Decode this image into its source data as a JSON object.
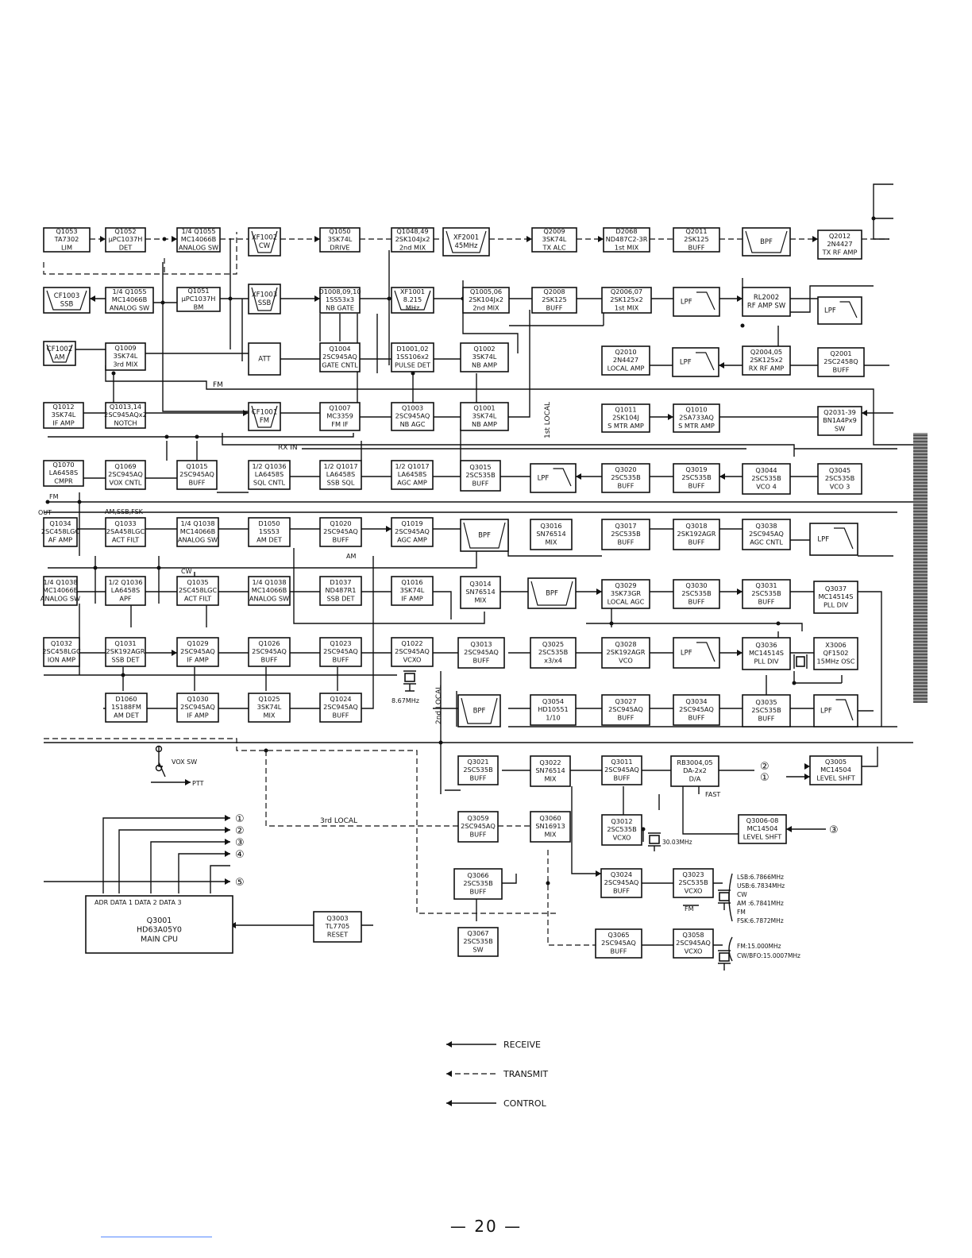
{
  "page_number": "— 20 —",
  "legend": {
    "receive": "RECEIVE",
    "transmit": "TRANSMIT",
    "control": "CONTROL"
  },
  "blocks": [
    {
      "lines": [
        "Q1053",
        "TA7302",
        "LIM"
      ]
    },
    {
      "lines": [
        "Q1052",
        "μPC1037H",
        "DET"
      ]
    },
    {
      "lines": [
        "1/4 Q1055",
        "MC14066B",
        "ANALOG SW"
      ]
    },
    {
      "lines": [
        "XF1002",
        "CW"
      ]
    },
    {
      "lines": [
        "Q1050",
        "3SK74L",
        "DRIVE"
      ]
    },
    {
      "lines": [
        "Q1048,49",
        "2SK104Jx2",
        "2nd MIX"
      ]
    },
    {
      "lines": [
        "XF2001",
        "45MHz"
      ]
    },
    {
      "lines": [
        "Q2009",
        "3SK74L",
        "TX ALC"
      ]
    },
    {
      "lines": [
        "D2068",
        "ND487C2-3R",
        "1st MIX"
      ]
    },
    {
      "lines": [
        "Q2011",
        "2SK125",
        "BUFF"
      ]
    },
    {
      "lines": [
        "BPF"
      ]
    },
    {
      "lines": [
        "Q2012",
        "2N4427",
        "TX RF AMP"
      ]
    },
    {
      "lines": [
        "CF1003",
        "SSB"
      ]
    },
    {
      "lines": [
        "1/4 Q1055",
        "MC14066B",
        "ANALOG SW"
      ]
    },
    {
      "lines": [
        "Q1051",
        "μPC1037H",
        "BM"
      ]
    },
    {
      "lines": [
        "XF1003",
        "SSB"
      ]
    },
    {
      "lines": [
        "D1008,09,10",
        "1SS53x3",
        "NB GATE"
      ]
    },
    {
      "lines": [
        "XF1001",
        "8.215",
        "MHz"
      ]
    },
    {
      "lines": [
        "Q1005,06",
        "2SK104Jx2",
        "2nd MIX"
      ]
    },
    {
      "lines": [
        "Q2008",
        "2SK125",
        "BUFF"
      ]
    },
    {
      "lines": [
        "Q2006,07",
        "2SK125x2",
        "1st MIX"
      ]
    },
    {
      "lines": [
        "LPF"
      ]
    },
    {
      "lines": [
        "RL2002",
        "RF AMP SW"
      ]
    },
    {
      "lines": [
        "LPF"
      ]
    },
    {
      "lines": [
        "CF1002",
        "AM"
      ]
    },
    {
      "lines": [
        "Q1009",
        "3SK74L",
        "3rd MIX"
      ]
    },
    {
      "lines": [
        "ATT"
      ]
    },
    {
      "lines": [
        "Q1004",
        "2SC945AQ",
        "GATE CNTL"
      ]
    },
    {
      "lines": [
        "D1001,02",
        "1SS106x2",
        "PULSE DET"
      ]
    },
    {
      "lines": [
        "Q1002",
        "3SK74L",
        "NB AMP"
      ]
    },
    {
      "lines": [
        "Q2010",
        "2N4427",
        "LOCAL AMP"
      ]
    },
    {
      "lines": [
        "LPF"
      ]
    },
    {
      "lines": [
        "Q2004,05",
        "2SK125x2",
        "RX RF AMP"
      ]
    },
    {
      "lines": [
        "Q2001",
        "2SC2458Q",
        "BUFF"
      ]
    },
    {
      "lines": [
        "Q1012",
        "3SK74L",
        "IF AMP"
      ]
    },
    {
      "lines": [
        "Q1013,14",
        "2SC945AQx2",
        "NOTCH"
      ]
    },
    {
      "lines": [
        "CF1001",
        "FM"
      ]
    },
    {
      "lines": [
        "Q1007",
        "MC3359",
        "FM IF"
      ]
    },
    {
      "lines": [
        "Q1003",
        "2SC945AQ",
        "NB AGC"
      ]
    },
    {
      "lines": [
        "Q1001",
        "3SK74L",
        "NB AMP"
      ]
    },
    {
      "lines": [
        "Q1011",
        "2SK104J",
        "S MTR AMP"
      ]
    },
    {
      "lines": [
        "Q1010",
        "2SA733AQ",
        "S MTR AMP"
      ]
    },
    {
      "lines": [
        "Q2031-39",
        "BN1A4Px9",
        "SW"
      ]
    },
    {
      "lines": [
        "Q1070",
        "LA6458S",
        "CMPR"
      ]
    },
    {
      "lines": [
        "Q1069",
        "2SC945AQ",
        "VOX CNTL"
      ]
    },
    {
      "lines": [
        "Q1015",
        "2SC945AQ",
        "BUFF"
      ]
    },
    {
      "lines": [
        "1/2 Q1036",
        "LA6458S",
        "SQL CNTL"
      ]
    },
    {
      "lines": [
        "1/2 Q1017",
        "LA6458S",
        "SSB SQL"
      ]
    },
    {
      "lines": [
        "1/2 Q1017",
        "LA6458S",
        "AGC AMP"
      ]
    },
    {
      "lines": [
        "Q3015",
        "2SC535B",
        "BUFF"
      ]
    },
    {
      "lines": [
        "LPF"
      ]
    },
    {
      "lines": [
        "Q3020",
        "2SC535B",
        "BUFF"
      ]
    },
    {
      "lines": [
        "Q3019",
        "2SC535B",
        "BUFF"
      ]
    },
    {
      "lines": [
        "Q3044",
        "2SC535B",
        "VCO 4"
      ]
    },
    {
      "lines": [
        "Q3045",
        "2SC535B",
        "VCO 3"
      ]
    },
    {
      "lines": [
        "Q1034",
        "2SC458LGC",
        "AF AMP"
      ]
    },
    {
      "lines": [
        "Q1033",
        "2SA458LGC",
        "ACT FILT"
      ]
    },
    {
      "lines": [
        "1/4 Q1038",
        "MC14066B",
        "ANALOG SW"
      ]
    },
    {
      "lines": [
        "D1050",
        "1SS53",
        "AM DET"
      ]
    },
    {
      "lines": [
        "Q1020",
        "2SC945AQ",
        "BUFF"
      ]
    },
    {
      "lines": [
        "Q1019",
        "2SC945AQ",
        "AGC AMP"
      ]
    },
    {
      "lines": [
        "BPF"
      ]
    },
    {
      "lines": [
        "Q3016",
        "SN76514",
        "MIX"
      ]
    },
    {
      "lines": [
        "Q3017",
        "2SC535B",
        "BUFF"
      ]
    },
    {
      "lines": [
        "Q3018",
        "2SK192AGR",
        "BUFF"
      ]
    },
    {
      "lines": [
        "Q3038",
        "2SC945AQ",
        "AGC CNTL"
      ]
    },
    {
      "lines": [
        "LPF"
      ]
    },
    {
      "lines": [
        "1/4 Q1038",
        "MC14066B",
        "ANALOG SW"
      ]
    },
    {
      "lines": [
        "1/2 Q1036",
        "LA6458S",
        "APF"
      ]
    },
    {
      "lines": [
        "Q1035",
        "2SC458LGC",
        "ACT FILT"
      ]
    },
    {
      "lines": [
        "1/4 Q1038",
        "MC14066B",
        "ANALOG SW"
      ]
    },
    {
      "lines": [
        "D1037",
        "ND487R1",
        "SSB DET"
      ]
    },
    {
      "lines": [
        "Q1016",
        "3SK74L",
        "IF AMP"
      ]
    },
    {
      "lines": [
        "Q3014",
        "SN76514",
        "MIX"
      ]
    },
    {
      "lines": [
        "BPF"
      ]
    },
    {
      "lines": [
        "Q3029",
        "3SK73GR",
        "LOCAL AGC"
      ]
    },
    {
      "lines": [
        "Q3030",
        "2SC535B",
        "BUFF"
      ]
    },
    {
      "lines": [
        "Q3031",
        "2SC535B",
        "BUFF"
      ]
    },
    {
      "lines": [
        "Q3037",
        "MC14514S",
        "PLL DIV"
      ]
    },
    {
      "lines": [
        "Q1032",
        "2SC458LGC",
        "ION AMP"
      ]
    },
    {
      "lines": [
        "Q1031",
        "2SK192AGR",
        "SSB DET"
      ]
    },
    {
      "lines": [
        "Q1029",
        "2SC945AQ",
        "IF AMP"
      ]
    },
    {
      "lines": [
        "Q1026",
        "2SC945AQ",
        "BUFF"
      ]
    },
    {
      "lines": [
        "Q1023",
        "2SC945AQ",
        "BUFF"
      ]
    },
    {
      "lines": [
        "Q1022",
        "2SC945AQ",
        "VCXO"
      ]
    },
    {
      "lines": [
        "Q3013",
        "2SC945AQ",
        "BUFF"
      ]
    },
    {
      "lines": [
        "Q3025",
        "2SC535B",
        "x3/x4"
      ]
    },
    {
      "lines": [
        "Q3028",
        "2SK192AGR",
        "VCO"
      ]
    },
    {
      "lines": [
        "LPF"
      ]
    },
    {
      "lines": [
        "Q3036",
        "MC14514S",
        "PLL DIV"
      ]
    },
    {
      "lines": [
        "X3006",
        "QF1502",
        "15MHz OSC"
      ]
    },
    {
      "lines": [
        "D1060",
        "1S188FM",
        "AM DET"
      ]
    },
    {
      "lines": [
        "Q1030",
        "2SC945AQ",
        "IF AMP"
      ]
    },
    {
      "lines": [
        "Q1025",
        "3SK74L",
        "MIX"
      ]
    },
    {
      "lines": [
        "Q1024",
        "2SC945AQ",
        "BUFF"
      ]
    },
    {
      "lines": [
        "BPF"
      ]
    },
    {
      "lines": [
        "Q3054",
        "HD10551",
        "1/10"
      ]
    },
    {
      "lines": [
        "Q3027",
        "2SC945AQ",
        "BUFF"
      ]
    },
    {
      "lines": [
        "Q3034",
        "2SC945AQ",
        "BUFF"
      ]
    },
    {
      "lines": [
        "Q3035",
        "2SC535B",
        "BUFF"
      ]
    },
    {
      "lines": [
        "LPF"
      ]
    },
    {
      "lines": [
        "Q3021",
        "2SC535B",
        "BUFF"
      ]
    },
    {
      "lines": [
        "Q3022",
        "SN76514",
        "MIX"
      ]
    },
    {
      "lines": [
        "Q3011",
        "2SC945AQ",
        "BUFF"
      ]
    },
    {
      "lines": [
        "RB3004,05",
        "DA-2x2",
        "D/A"
      ]
    },
    {
      "lines": [
        "Q3005",
        "MC14504",
        "LEVEL SHFT"
      ]
    },
    {
      "lines": [
        "Q3059",
        "2SC945AQ",
        "BUFF"
      ]
    },
    {
      "lines": [
        "Q3060",
        "SN16913",
        "MIX"
      ]
    },
    {
      "lines": [
        "Q3012",
        "2SC535B",
        "VCXO"
      ]
    },
    {
      "lines": [
        "Q3006-08",
        "MC14504",
        "LEVEL SHFT"
      ]
    },
    {
      "lines": [
        "Q3066",
        "2SC535B",
        "BUFF"
      ]
    },
    {
      "lines": [
        "Q3024",
        "2SC945AQ",
        "BUFF"
      ]
    },
    {
      "lines": [
        "Q3023",
        "2SC535B",
        "VCXO"
      ]
    },
    {
      "lines": [
        "Q3067",
        "2SC535B",
        "SW"
      ]
    },
    {
      "lines": [
        "Q3065",
        "2SC945AQ",
        "BUFF"
      ]
    },
    {
      "lines": [
        "Q3058",
        "2SC945AQ",
        "VCXO"
      ]
    },
    {
      "lines": [
        "Q3003",
        "TL7705",
        "RESET"
      ]
    },
    {
      "lines": [
        "Q3001",
        "HD63A05Y0",
        "MAIN CPU"
      ]
    }
  ],
  "labels": {
    "fm": "FM",
    "rx_in": "RX IN",
    "am_ssb_fsk": "AM,SSB,FSK",
    "am": "AM",
    "cw": "CW",
    "fm2": "FM",
    "out": "OUT",
    "local_1st": "1st LOCAL",
    "local_2nd": "2nd LOCAL",
    "local_3rd": "3rd LOCAL",
    "xtal_867": "8.67MHz",
    "xtal_3003": "30.03MHz",
    "vox_sw": "VOX SW",
    "ptt": "PTT",
    "fast": "FAST",
    "cpu_pins": "ADR    DATA 1   DATA 2   DATA 3",
    "fm3": "FM",
    "freq_lsb": "LSB:6.7866MHz",
    "freq_usb": "USB:6.7834MHz",
    "freq_cw": "CW",
    "freq_am": "AM :6.7841MHz",
    "freq_fm": "FM",
    "freq_fsk": "FSK:6.7872MHz",
    "freq_fm15": "FM:15.000MHz",
    "freq_cwbfo": "CW/BFO:15.0007MHz",
    "c1": "①",
    "c2": "②",
    "c3": "③",
    "c4": "④",
    "c5": "⑤"
  }
}
